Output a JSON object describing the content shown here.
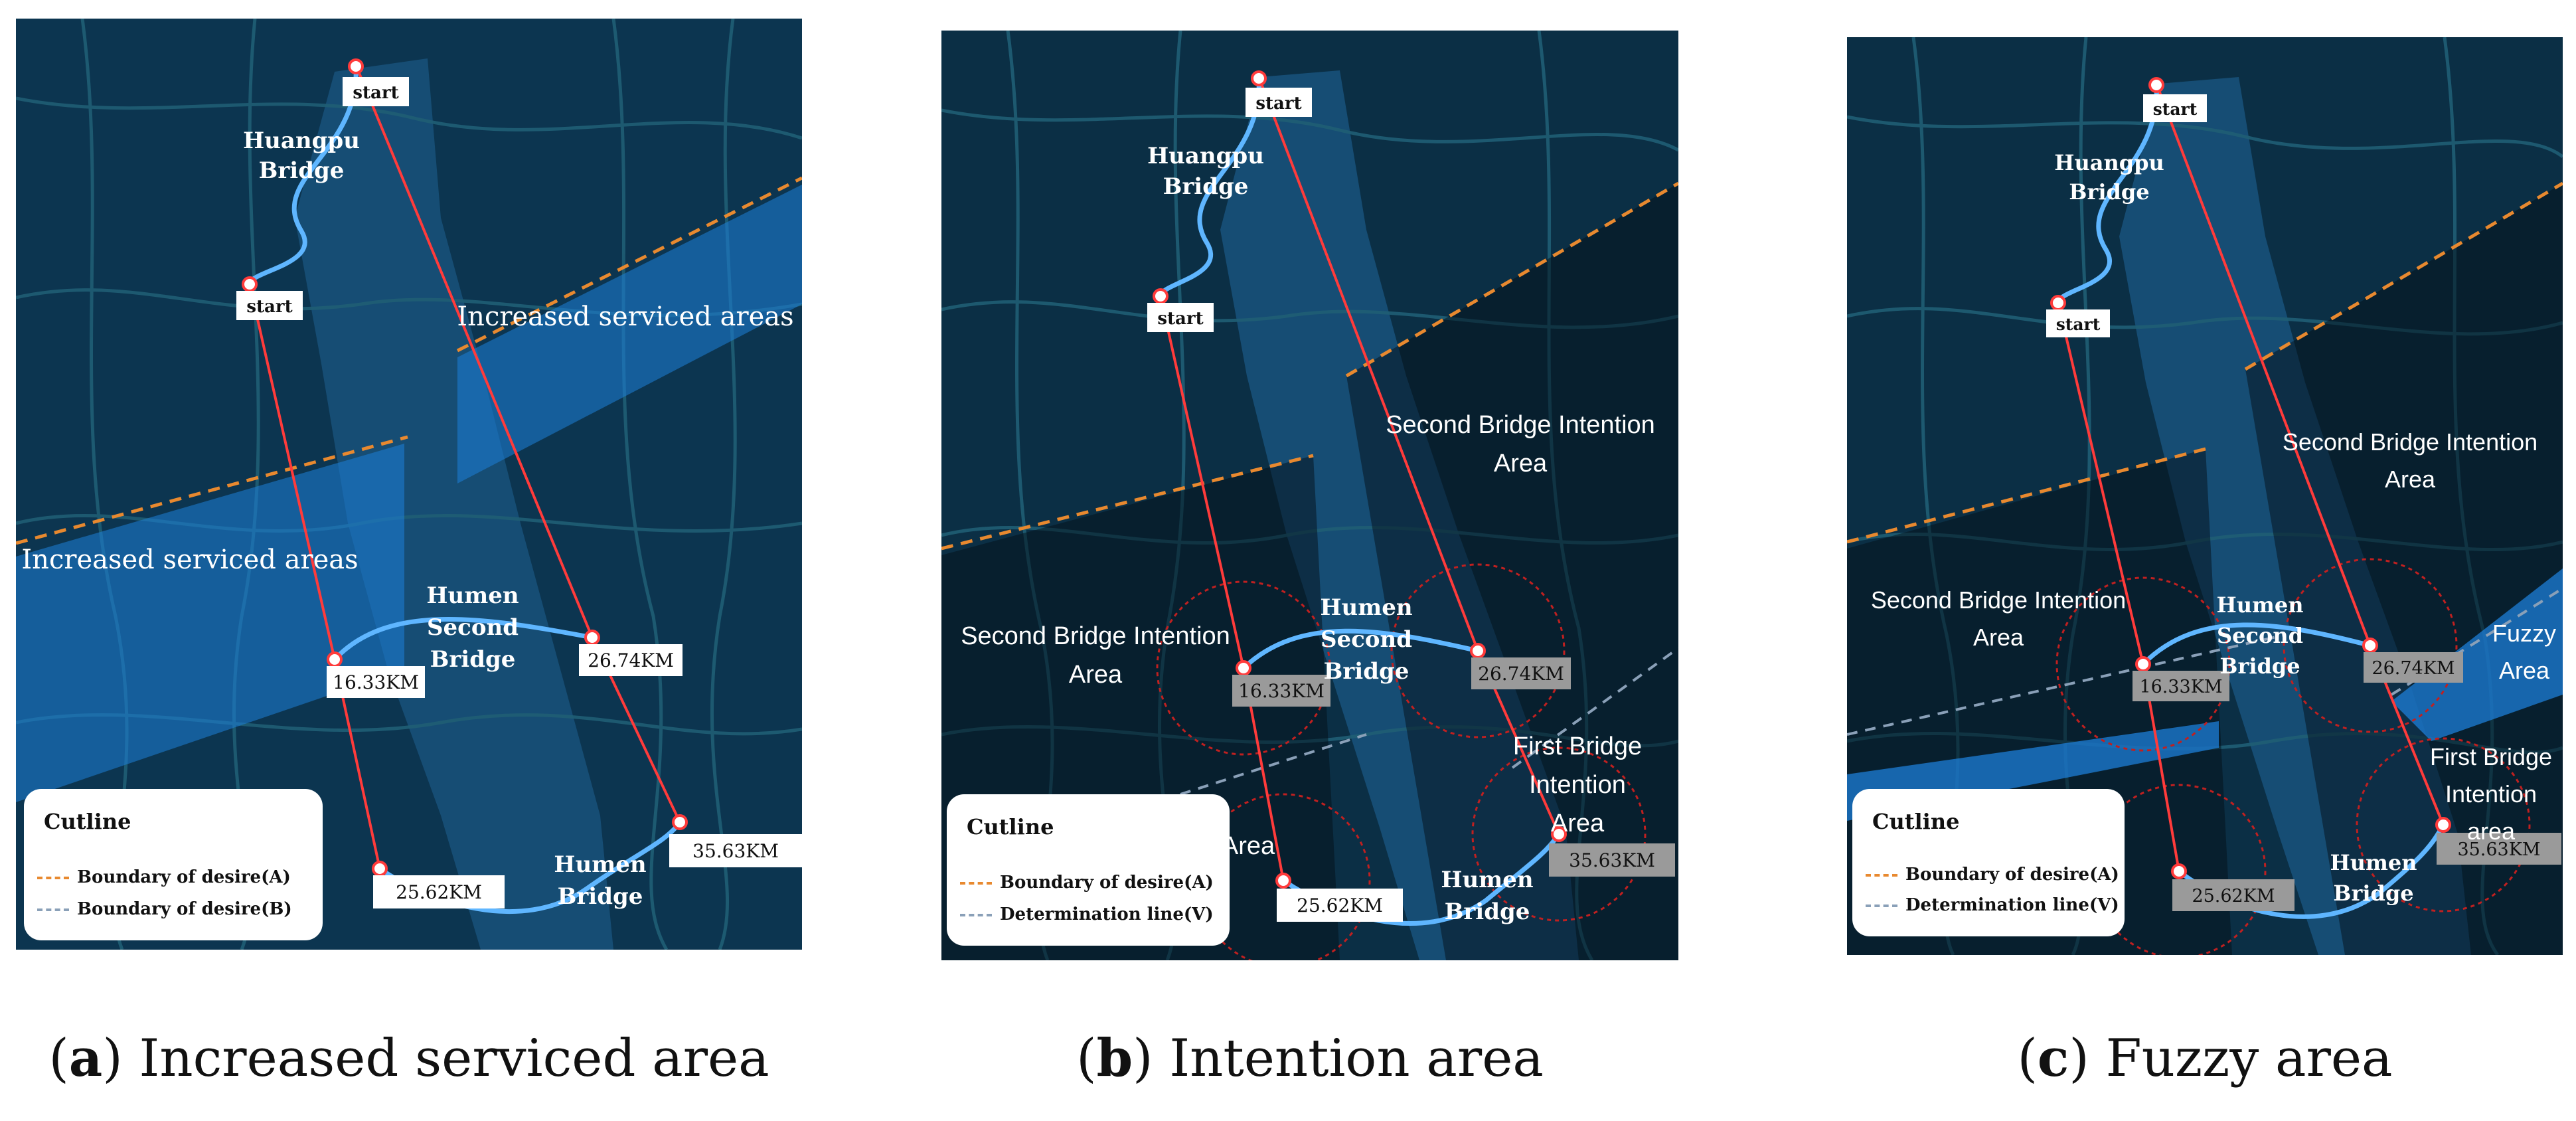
{
  "colors": {
    "map_bg": "#0c3550",
    "river": "#164d74",
    "route": "#ff3b3b",
    "bridge": "#5fb6ff",
    "desire_a": "#e8892f",
    "desire_b": "#8aa0b8",
    "service_area": "#1e7fd8"
  },
  "panels": [
    {
      "caption_letter": "a",
      "caption_text": "Increased serviced area",
      "labels": {
        "start_top": "start",
        "start_left": "start",
        "huangpu": [
          "Huangpu",
          "Bridge"
        ],
        "humen_second": [
          "Humen",
          "Second",
          "Bridge"
        ],
        "humen": [
          "Humen",
          "Bridge"
        ],
        "d1": "16.33KM",
        "d2": "26.74KM",
        "d3": "25.62KM",
        "d4": "35.63KM",
        "area_top": "Increased serviced areas",
        "area_left": "Increased serviced areas"
      },
      "cutline": {
        "title": "Cutline",
        "items": [
          "Boundary of desire(A)",
          "Boundary of desire(B)"
        ]
      }
    },
    {
      "caption_letter": "b",
      "caption_text": "Intention area",
      "labels": {
        "start_top": "start",
        "start_left": "start",
        "huangpu": [
          "Huangpu",
          "Bridge"
        ],
        "humen_second": [
          "Humen",
          "Second",
          "Bridge"
        ],
        "humen": [
          "Humen",
          "Bridge"
        ],
        "d1": "16.33KM",
        "d2": "26.74KM",
        "d3": "25.62KM",
        "d4": "35.63KM",
        "sb_right": [
          "Second Bridge Intention",
          "Area"
        ],
        "sb_left": [
          "Second Bridge Intention",
          "Area"
        ],
        "fb": [
          "First Bridge",
          "Intention",
          "Area"
        ],
        "frag": "Area"
      },
      "cutline": {
        "title": "Cutline",
        "items": [
          "Boundary of desire(A)",
          "Determination  line(V)"
        ]
      }
    },
    {
      "caption_letter": "c",
      "caption_text": "Fuzzy area",
      "labels": {
        "start_top": "start",
        "start_left": "start",
        "huangpu": [
          "Huangpu",
          "Bridge"
        ],
        "humen_second": [
          "Humen",
          "Second",
          "Bridge"
        ],
        "humen": [
          "Humen",
          "Bridge"
        ],
        "d1": "16.33KM",
        "d2": "26.74KM",
        "d3": "25.62KM",
        "d4": "35.63KM",
        "sb_right": [
          "Second Bridge Intention",
          "Area"
        ],
        "sb_left": [
          "Second Bridge Intention",
          "Area"
        ],
        "fb": [
          "First Bridge",
          "Intention",
          "area"
        ],
        "fuzzy": [
          "Fuzzy",
          "Area"
        ]
      },
      "cutline": {
        "title": "Cutline",
        "items": [
          "Boundary of desire(A)",
          "Determination  line(V)"
        ]
      }
    }
  ]
}
